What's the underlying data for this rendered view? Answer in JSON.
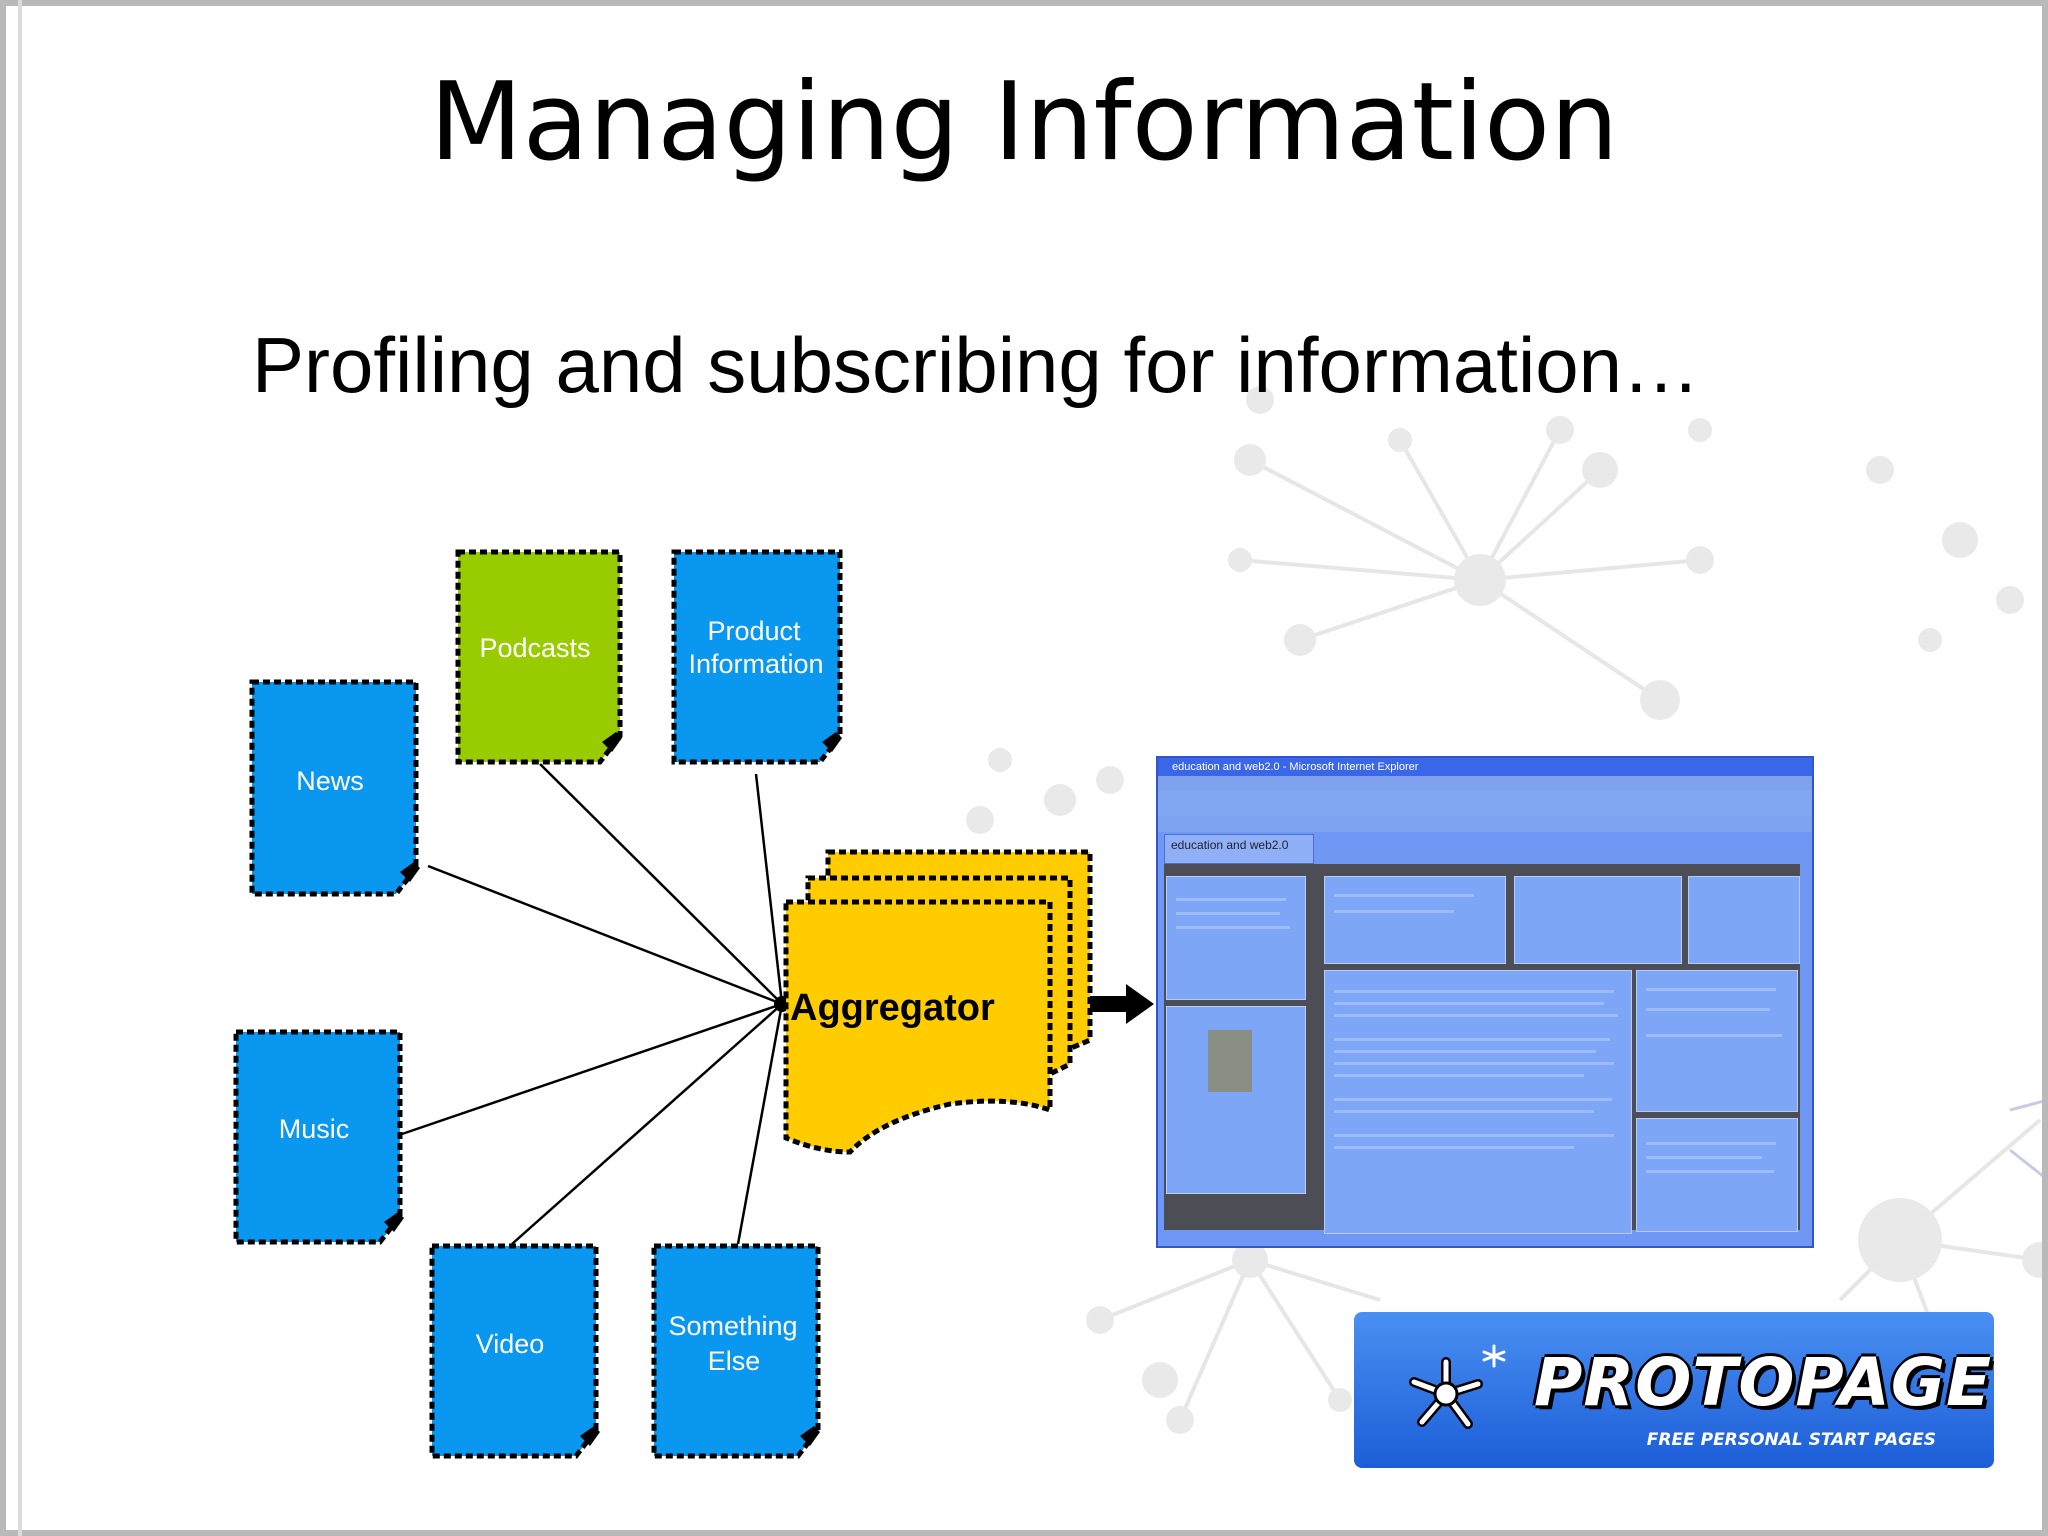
{
  "slide": {
    "title": "Managing Information",
    "subtitle": "Profiling and subscribing for information…"
  },
  "diagram": {
    "sources": {
      "news": "News",
      "podcasts": "Podcasts",
      "product_line1": "Product",
      "product_line2": "Information",
      "music": "Music",
      "video": "Video",
      "something_line1": "Something",
      "something_line2": "Else"
    },
    "aggregator": "Aggregator",
    "colors": {
      "blue_doc": "#0a97ef",
      "green_doc": "#99cc00",
      "aggregator": "#ffcc00"
    }
  },
  "screenshot": {
    "window_title": "education and web2.0 - Microsoft Internet Explorer",
    "page_heading": "education and web2.0"
  },
  "logo": {
    "name": "PROTOPAGE",
    "tagline": "FREE PERSONAL START PAGES"
  }
}
